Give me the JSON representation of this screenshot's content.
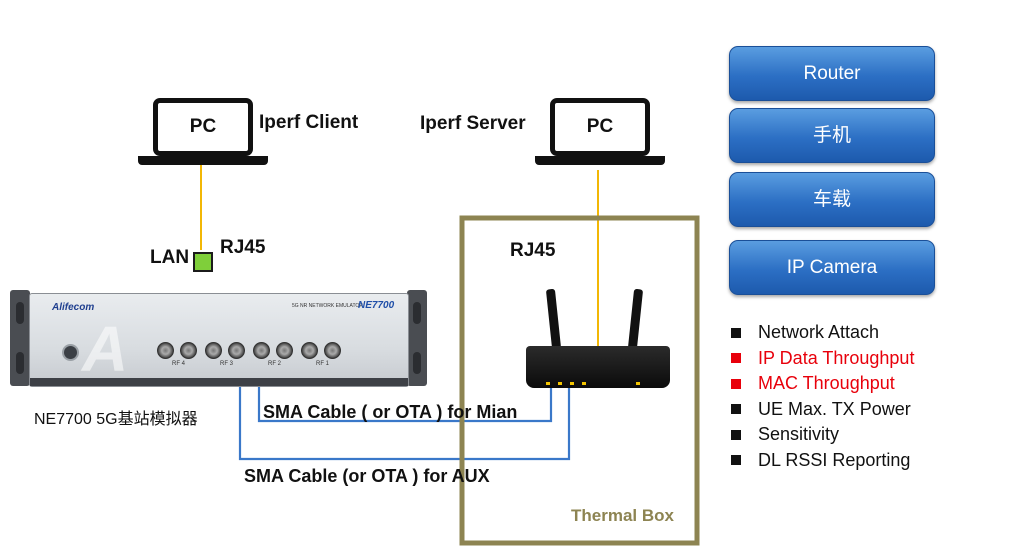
{
  "pc_client": {
    "screen_label": "PC",
    "role_label": "Iperf Client"
  },
  "pc_server": {
    "screen_label": "PC",
    "role_label": "Iperf Server"
  },
  "lan_label": "LAN",
  "rj45_left_label": "RJ45",
  "rj45_right_label": "RJ45",
  "emulator": {
    "brand": "Alifecom",
    "panel_text": "5G NR NETWORK EMULATOR",
    "model": "NE7700",
    "caption": "NE7700 5G基站模拟器",
    "port_labels": [
      "RF 4",
      "RF 3",
      "RF 2",
      "RF 1"
    ]
  },
  "cable_main_label": "SMA Cable ( or OTA ) for Mian",
  "cable_aux_label": "SMA Cable (or OTA ) for AUX",
  "thermal_box_label": "Thermal Box",
  "side_buttons": [
    {
      "label": "Router"
    },
    {
      "label": "手机"
    },
    {
      "label": "车载"
    },
    {
      "label": "IP Camera"
    }
  ],
  "features": [
    {
      "label": "Network Attach",
      "highlight": false
    },
    {
      "label": "IP Data Throughput",
      "highlight": true
    },
    {
      "label": "MAC Throughput",
      "highlight": true
    },
    {
      "label": "UE Max. TX Power",
      "highlight": false
    },
    {
      "label": "Sensitivity",
      "highlight": false
    },
    {
      "label": "DL RSSI Reporting",
      "highlight": false
    }
  ],
  "colors": {
    "ethernet_cable": "#f2b705",
    "rf_cable": "#3a78c9",
    "thermal_box": "#8d8452",
    "lan_port": "#7fcf3a",
    "highlight_text": "#e8000b",
    "button_blue": "#2c6fc4"
  }
}
